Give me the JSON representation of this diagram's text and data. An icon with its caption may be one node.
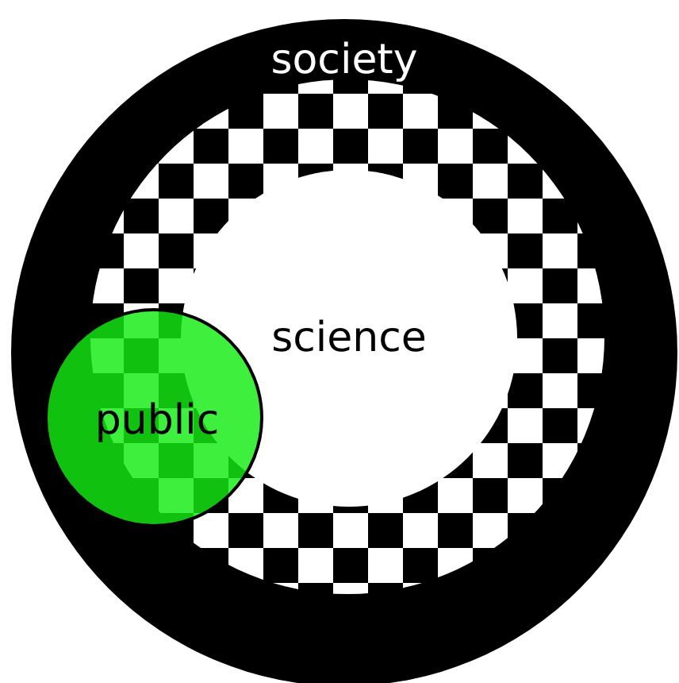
{
  "diagram": {
    "nodes": [
      {
        "text": [
          "society"
        ]
      },
      {
        "text": [
          "science"
        ],
        "in": 0
      },
      {
        "text": [
          "public"
        ],
        "in": 0
      }
    ]
  }
}
